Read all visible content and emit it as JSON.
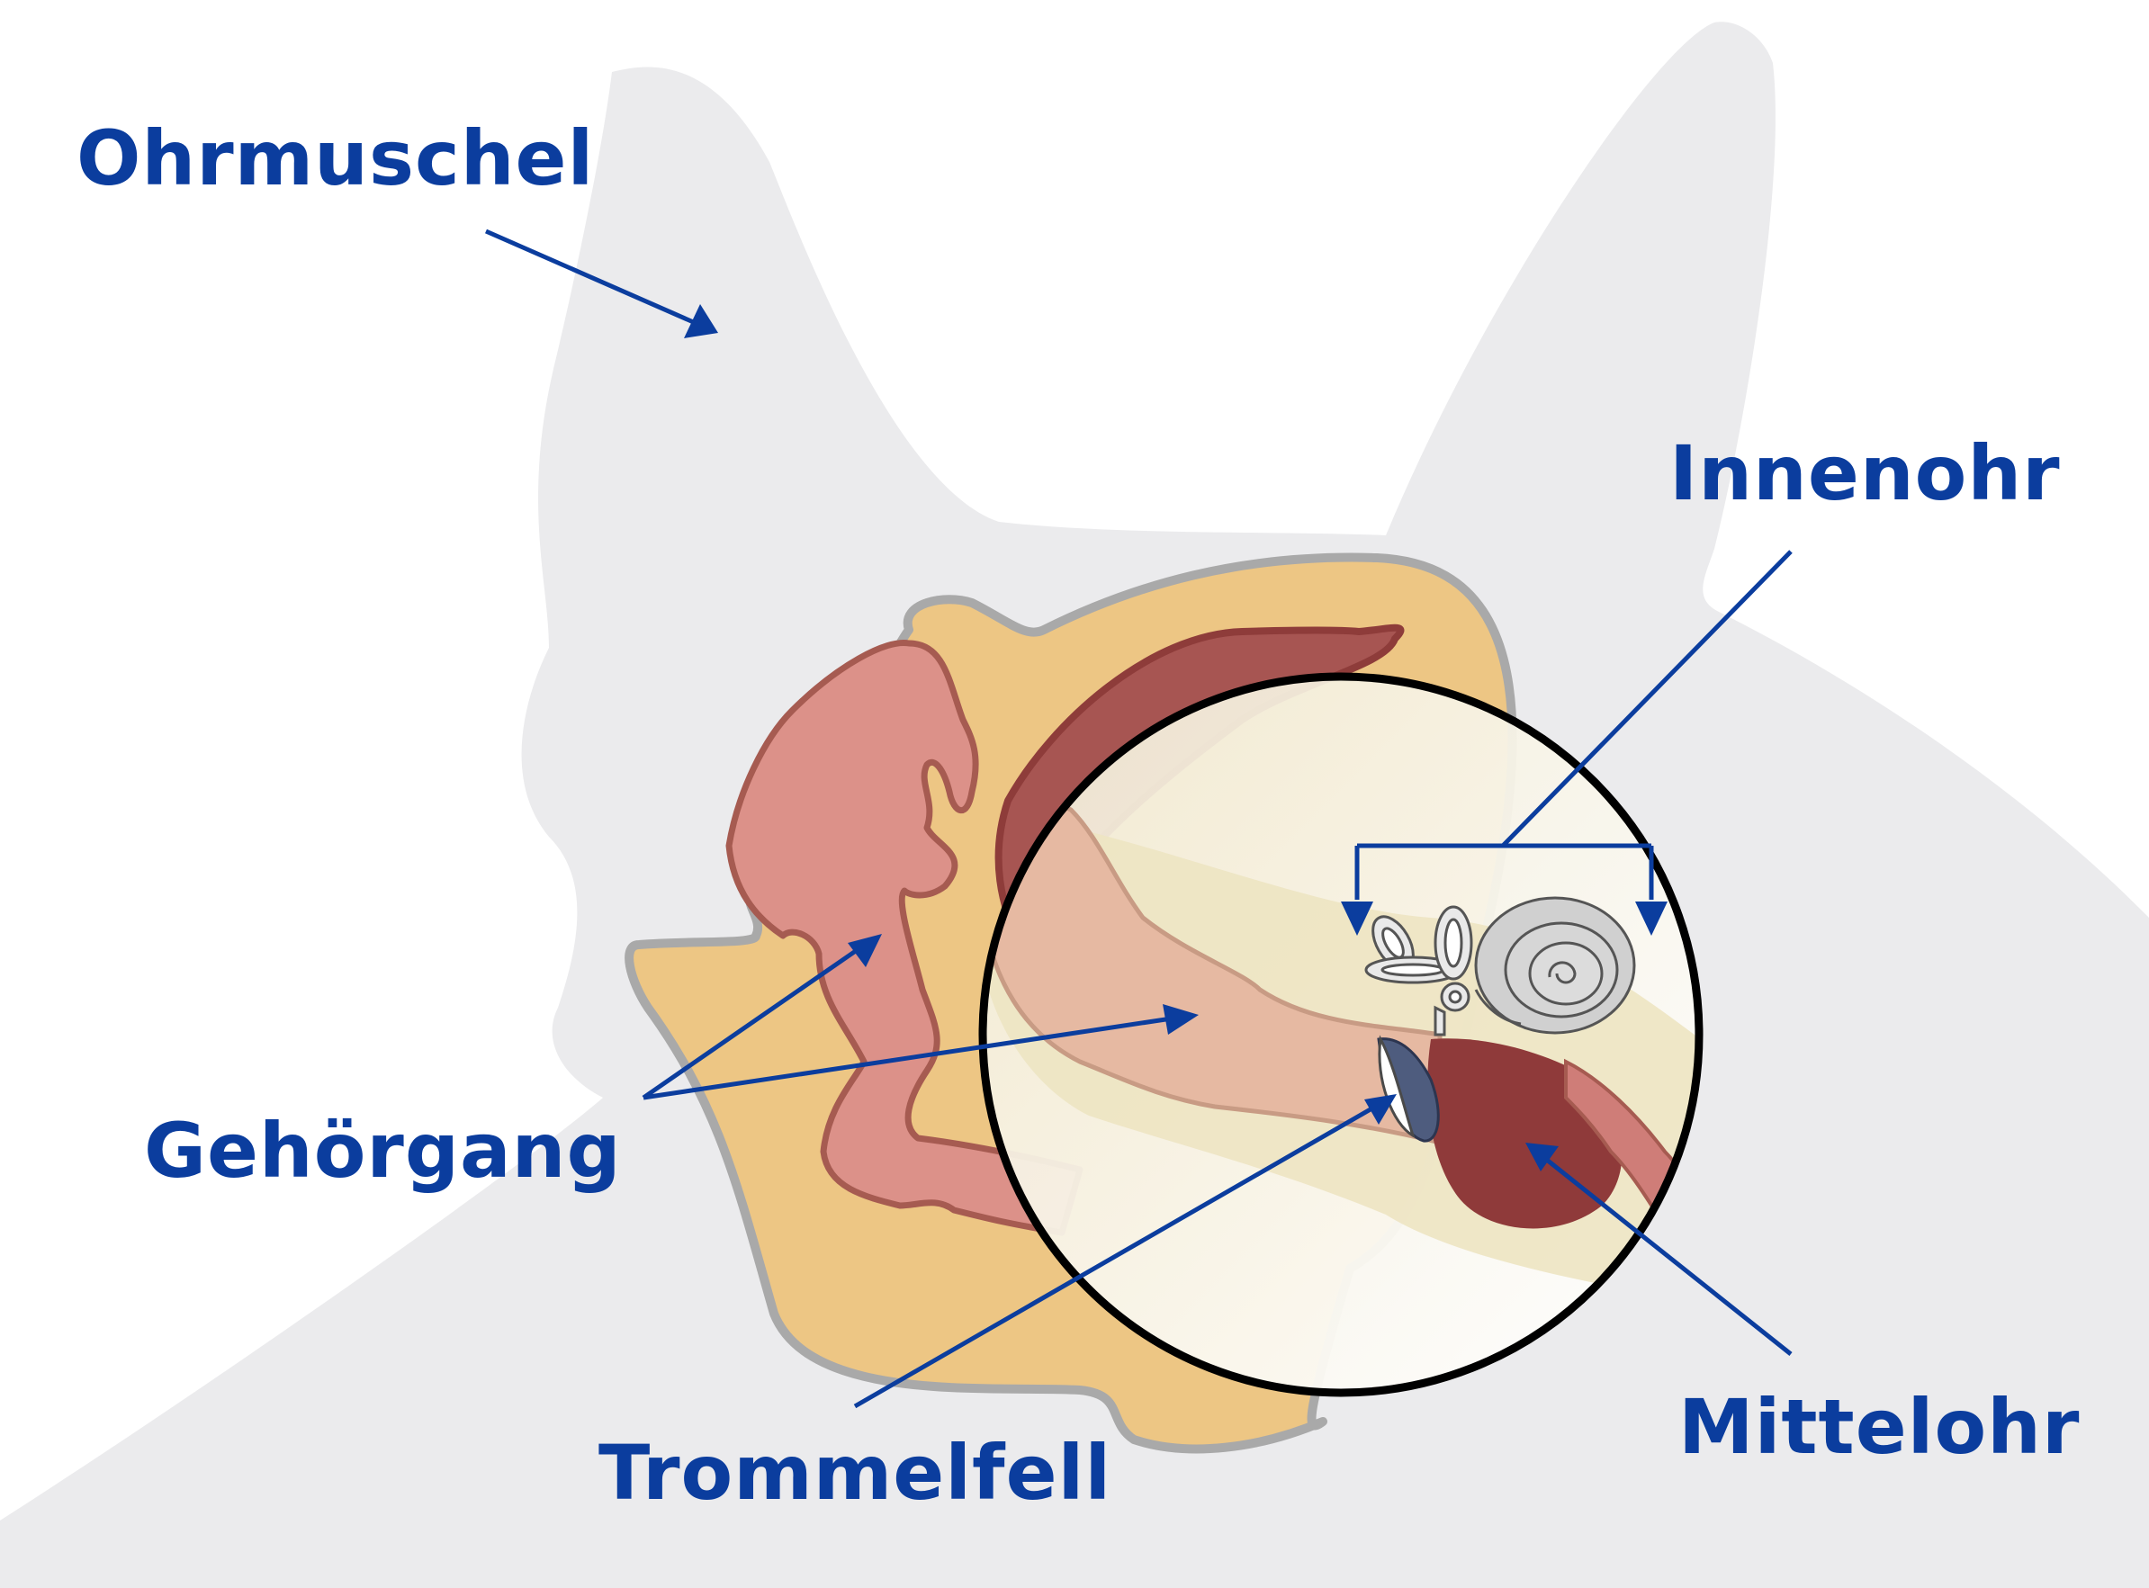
{
  "labels": {
    "pinna": "Ohrmuschel",
    "inner_ear": "Innenohr",
    "ear_canal": "Gehörgang",
    "eardrum": "Trommelfell",
    "middle_ear": "Mittelohr"
  },
  "colors": {
    "label": "#0b3d9e",
    "head_silhouette": "#ebebed",
    "tissue": "#edc684",
    "canal_pink": "#dc9189",
    "canal_outline": "#a65b51",
    "middle_ear_dark": "#8f3a3a",
    "magnifier_outline": "#000000",
    "eardrum_fill": "#4e5c7e",
    "cochlea_gray": "#cfcfcf"
  },
  "icons": {
    "magnifier": "magnifier-circle-icon",
    "cochlea": "cochlea-icon",
    "semicircular_canals": "semicircular-canals-icon",
    "eardrum": "eardrum-icon"
  }
}
